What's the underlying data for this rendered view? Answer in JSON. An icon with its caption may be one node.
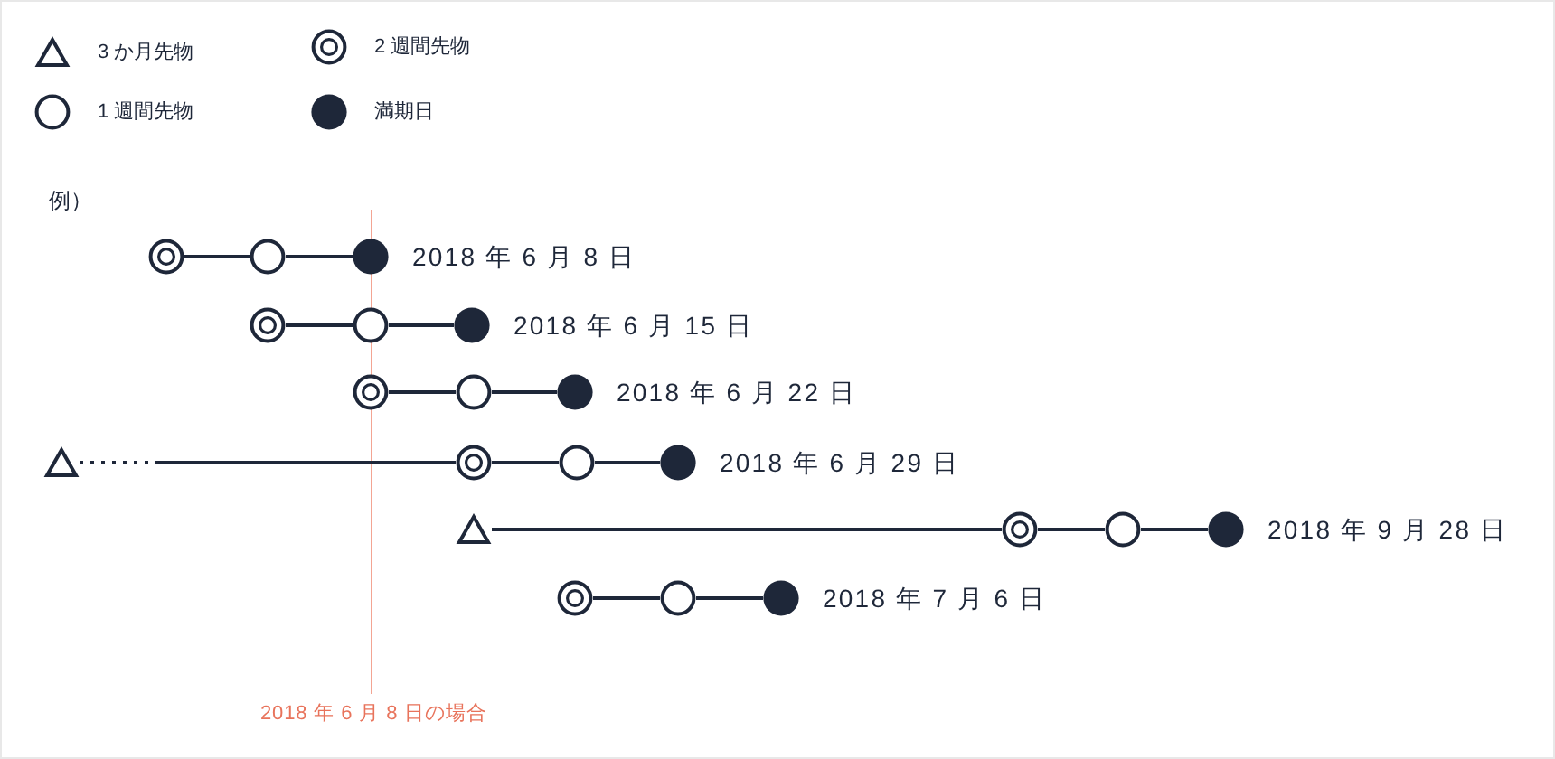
{
  "diagram": {
    "nodes": [
      {
        "text": [],
        "shape": "double-circle"
      },
      {
        "text": [],
        "shape": "circle"
      },
      {
        "text": [],
        "shape": "dot",
        "beside": [
          "2018 年 6 月 8 日"
        ]
      },
      {
        "text": [],
        "shape": "double-circle"
      },
      {
        "text": [],
        "shape": "circle"
      },
      {
        "text": [],
        "shape": "dot",
        "beside": [
          "2018 年 6 月 15 日"
        ]
      },
      {
        "text": [],
        "shape": "double-circle"
      },
      {
        "text": [],
        "shape": "circle"
      },
      {
        "text": [],
        "shape": "dot",
        "beside": [
          "2018 年 6 月 22 日"
        ]
      },
      {
        "text": [],
        "shape": "triangle"
      },
      {
        "text": [],
        "shape": "double-circle"
      },
      {
        "text": [],
        "shape": "circle"
      },
      {
        "text": [],
        "shape": "dot",
        "beside": [
          "2018 年 6 月 29 日"
        ]
      },
      {
        "text": [],
        "shape": "triangle"
      },
      {
        "text": [],
        "shape": "double-circle"
      },
      {
        "text": [],
        "shape": "circle"
      },
      {
        "text": [],
        "shape": "dot",
        "beside": [
          "2018 年 9 月 28 日"
        ]
      },
      {
        "text": [],
        "shape": "double-circle"
      },
      {
        "text": [],
        "shape": "circle"
      },
      {
        "text": [],
        "shape": "dot",
        "beside": [
          "2018 年 7 月 6 日"
        ]
      }
    ],
    "edges": [
      {
        "from": 0,
        "to": 1,
        "arrow": "none"
      },
      {
        "from": 1,
        "to": 2,
        "arrow": "none"
      },
      {
        "from": 3,
        "to": 4,
        "arrow": "none"
      },
      {
        "from": 4,
        "to": 5,
        "arrow": "none"
      },
      {
        "from": 6,
        "to": 7,
        "arrow": "none"
      },
      {
        "from": 7,
        "to": 8,
        "arrow": "none"
      },
      {
        "from": 9,
        "to": 10,
        "arrow": "none",
        "style": "dashed"
      },
      {
        "from": 10,
        "to": 11,
        "arrow": "none"
      },
      {
        "from": 11,
        "to": 12,
        "arrow": "none"
      },
      {
        "from": 13,
        "to": 14,
        "arrow": "none"
      },
      {
        "from": 14,
        "to": 15,
        "arrow": "none"
      },
      {
        "from": 15,
        "to": 16,
        "arrow": "none"
      },
      {
        "from": 17,
        "to": 18,
        "arrow": "none"
      },
      {
        "from": 18,
        "to": 19,
        "arrow": "none"
      }
    ],
    "labels": [
      "例）",
      "2018 年 6 月 8 日の場合"
    ],
    "legend": [
      {
        "text": "3 か月先物"
      },
      {
        "text": "2 週間先物"
      },
      {
        "text": "1 週間先物"
      },
      {
        "text": "満期日"
      }
    ]
  }
}
